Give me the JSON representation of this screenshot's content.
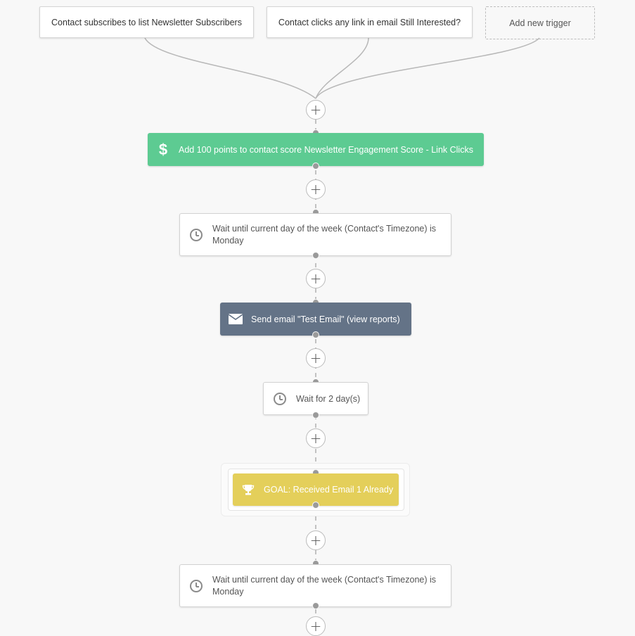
{
  "triggers": [
    {
      "label": "Contact subscribes to list Newsletter Subscribers"
    },
    {
      "label": "Contact clicks any link in email Still Interested?"
    }
  ],
  "add_trigger_label": "Add new trigger",
  "plus_glyph": "+",
  "steps": {
    "score": {
      "label": "Add 100 points to contact score Newsletter Engagement Score - Link Clicks",
      "icon": "dollar-icon",
      "color": "#5dcb92"
    },
    "wait_monday_1": {
      "label": "Wait until current day of the week (Contact's Timezone) is Monday",
      "icon": "clock-icon"
    },
    "email": {
      "label": "Send email \"Test Email\" (view reports)",
      "icon": "envelope-icon",
      "color": "#647387"
    },
    "wait_days": {
      "label": "Wait for 2 day(s)",
      "icon": "clock-icon"
    },
    "goal": {
      "label": "GOAL: Received Email 1 Already",
      "icon": "trophy-icon",
      "color": "#e4cf5a"
    },
    "wait_monday_2": {
      "label": "Wait until current day of the week (Contact's Timezone) is Monday",
      "icon": "clock-icon"
    }
  }
}
